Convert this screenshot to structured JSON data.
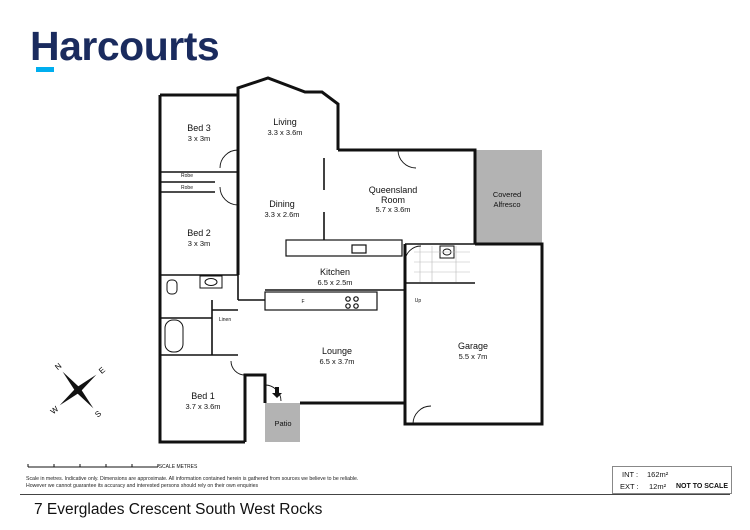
{
  "brand": {
    "name": "Harcourts",
    "accent": "#00aeef",
    "brand_color": "#1a2b5e"
  },
  "rooms": {
    "bed3": {
      "name": "Bed 3",
      "dims": "3 x 3m"
    },
    "bed2": {
      "name": "Bed 2",
      "dims": "3 x 3m"
    },
    "bed1": {
      "name": "Bed 1",
      "dims": "3.7 x 3.6m"
    },
    "living": {
      "name": "Living",
      "dims": "3.3 x 3.6m"
    },
    "dining": {
      "name": "Dining",
      "dims": "3.3 x 2.6m"
    },
    "queensland": {
      "name_line1": "Queensland",
      "name_line2": "Room",
      "dims": "5.7 x 3.6m"
    },
    "kitchen": {
      "name": "Kitchen",
      "dims": "6.5 x 2.5m"
    },
    "lounge": {
      "name": "Lounge",
      "dims": "6.5 x 3.7m"
    },
    "garage": {
      "name": "Garage",
      "dims": "5.5 x 7m"
    },
    "alfresco": {
      "name_line1": "Covered",
      "name_line2": "Alfresco"
    },
    "patio": {
      "name": "Patio"
    }
  },
  "small_labels": {
    "robe": "Robe",
    "linen": "Linen",
    "fridge": "F",
    "up": "Up"
  },
  "scale_bar_label": "SCALE METRES",
  "disclaimer": "Scale in metres. Indicative only. Dimensions are approximate. All information contained herein is gathered from sources we believe to be reliable. However we cannot guarantee its accuracy and interested persons should rely on their own enquiries",
  "area": {
    "int_label": "INT :",
    "int_value": "162m²",
    "ext_label": "EXT :",
    "ext_value": "12m²"
  },
  "not_to_scale": "NOT TO SCALE",
  "address": "7 Everglades Crescent South West Rocks"
}
